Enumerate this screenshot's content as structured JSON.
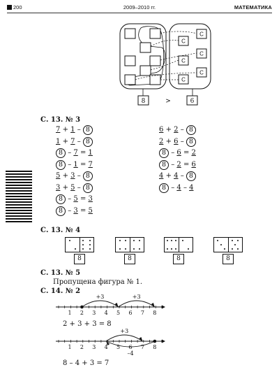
{
  "header": {
    "page": "200",
    "years": "2009–2010 гг.",
    "subject": "МАТЕМАТИКА"
  },
  "diagram": {
    "square_count": "8",
    "comparison": ">",
    "circle_count": "6",
    "circle_letter": "C"
  },
  "section1": {
    "title": "С. 13. № 3",
    "left": [
      {
        "a": "7",
        "op1": "+",
        "b": "1",
        "op2": "–",
        "c": "8"
      },
      {
        "a": "1",
        "op1": "+",
        "b": "7",
        "op2": "–",
        "c": "8"
      },
      {
        "a": "8",
        "op1": "–",
        "b": "7",
        "op2": "=",
        "c": "1"
      },
      {
        "a": "8",
        "op1": "–",
        "b": "1",
        "op2": "=",
        "c": "7"
      },
      {
        "a": "5",
        "op1": "+",
        "b": "3",
        "op2": "–",
        "c": "8"
      },
      {
        "a": "3",
        "op1": "+",
        "b": "5",
        "op2": "–",
        "c": "8"
      },
      {
        "a": "8",
        "op1": "–",
        "b": "5",
        "op2": "=",
        "c": "3"
      },
      {
        "a": "8",
        "op1": "–",
        "b": "3",
        "op2": "=",
        "c": "5"
      }
    ],
    "right": [
      {
        "a": "6",
        "op1": "+",
        "b": "2",
        "op2": "–",
        "c": "8"
      },
      {
        "a": "2",
        "op1": "+",
        "b": "6",
        "op2": "–",
        "c": "8"
      },
      {
        "a": "8",
        "op1": "–",
        "b": "6",
        "op2": "=",
        "c": "2"
      },
      {
        "a": "8",
        "op1": "–",
        "b": "2",
        "op2": "=",
        "c": "6"
      },
      {
        "a": "4",
        "op1": "+",
        "b": "4",
        "op2": "–",
        "c": "8"
      },
      {
        "a": "8",
        "op1": "–",
        "b": "4",
        "op2": "–",
        "c": "4"
      }
    ]
  },
  "section2": {
    "title": "С. 13. № 4",
    "domino_totals": [
      "8",
      "8",
      "8",
      "8"
    ]
  },
  "section3": {
    "title": "С. 13. № 5",
    "text": "Пропущена фигура № 1."
  },
  "section4": {
    "title": "С. 14. № 2",
    "ticks": [
      "1",
      "2",
      "3",
      "4",
      "5",
      "6",
      "7",
      "8"
    ],
    "line1": {
      "arc1": "+3",
      "arc2": "+3",
      "equation": "2 + 3 + 3 = 8"
    },
    "line2": {
      "arc_up": "+3",
      "arc_down": "–4",
      "equation": "8 – 4 + 3 = 7"
    }
  }
}
